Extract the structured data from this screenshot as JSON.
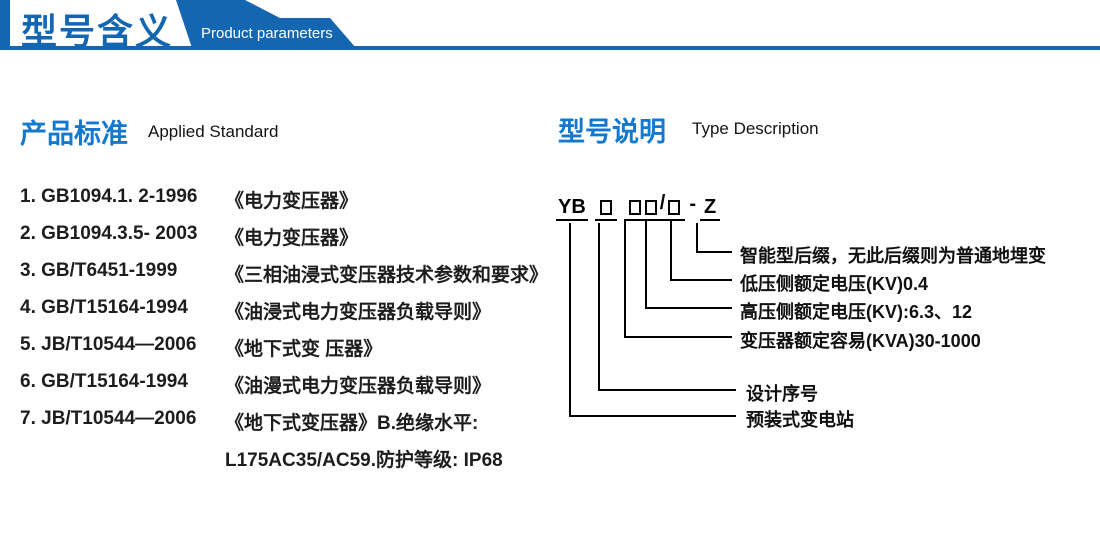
{
  "header": {
    "title_cn": "型号含义",
    "subtitle_en": "Product parameters",
    "banner_color": "#1566b1"
  },
  "applied_standard": {
    "heading_cn": "产品标准",
    "heading_en": "Applied Standard",
    "heading_color": "#1478d1",
    "items": [
      {
        "code": "1. GB1094.1. 2-1996",
        "desc": "《电力变压器》"
      },
      {
        "code": "2. GB1094.3.5- 2003",
        "desc": "《电力变压器》"
      },
      {
        "code": "3. GB/T6451-1999",
        "desc": "《三相油浸式变压器技术参数和要求》"
      },
      {
        "code": "4. GB/T15164-1994",
        "desc": "《油浸式电力变压器负载导则》"
      },
      {
        "code": "5. JB/T10544—2006",
        "desc": "《地下式变 压器》"
      },
      {
        "code": "6. GB/T15164-1994",
        "desc": "《油漫式电力变压器负载导则》"
      },
      {
        "code": "7. JB/T10544—2006",
        "desc": "《地下式变压器》B.绝缘水平:"
      },
      {
        "code": "",
        "desc": "L175AC35/AC59.防护等级: IP68"
      }
    ]
  },
  "type_description": {
    "heading_cn": "型号说明",
    "heading_en": "Type Description",
    "model_code": {
      "prefix": "YB",
      "separator": "/",
      "dash": "-",
      "suffix": "Z"
    },
    "labels": [
      "智能型后缀，无此后缀则为普通地埋变",
      "低压侧额定电压(KV)0.4",
      "高压侧额定电压(KV):6.3、12",
      "变压器额定容易(KVA)30-1000",
      "设计序号",
      "预装式变电站"
    ],
    "line_color": "#000000"
  }
}
